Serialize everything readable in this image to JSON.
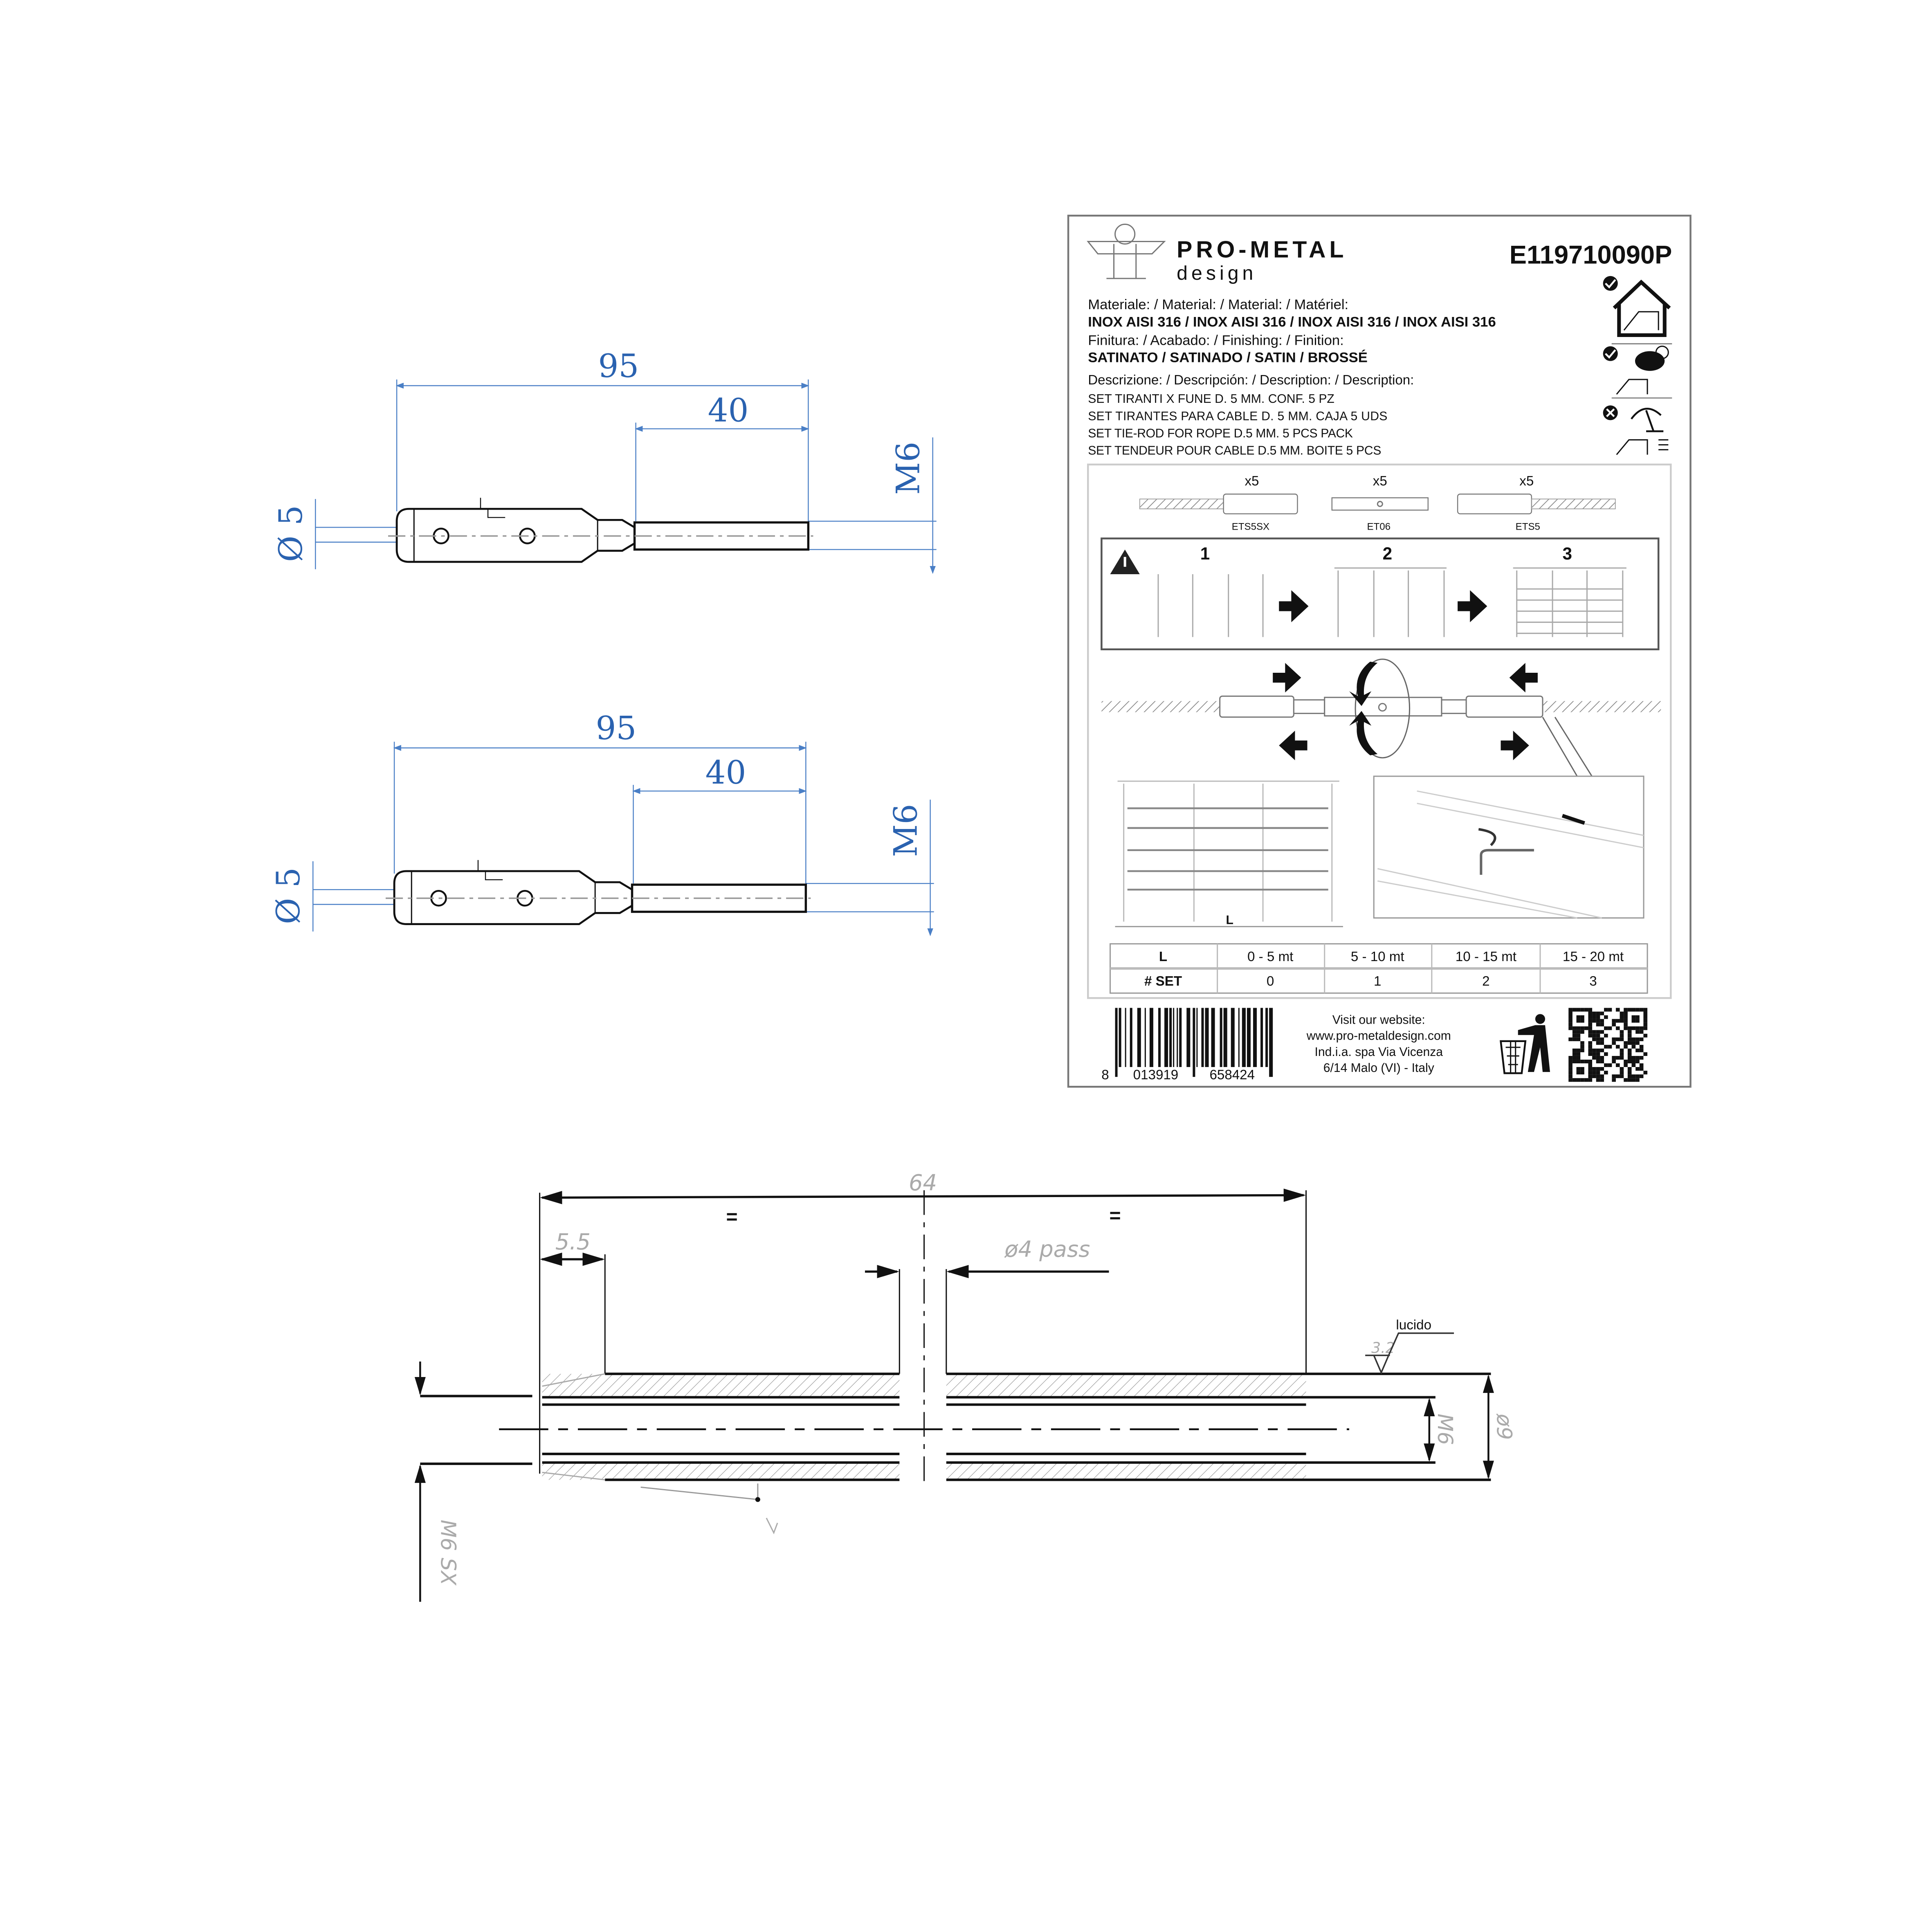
{
  "drawings_top": [
    {
      "overall_length": "95",
      "thread_length": "40",
      "thread": "M6",
      "diameter": "Ø 5"
    },
    {
      "overall_length": "95",
      "thread_length": "40",
      "thread": "M6",
      "diameter": "Ø 5"
    }
  ],
  "label": {
    "brand": "PRO-METAL",
    "brand_sub": "design",
    "product_code": "E119710090P",
    "material_heading": "Materiale: / Material: / Material: / Matériel:",
    "material_value": "INOX AISI 316 / INOX AISI 316 / INOX AISI 316 / INOX AISI 316",
    "finish_heading": "Finitura: / Acabado: / Finishing: / Finition:",
    "finish_value": "SATINATO / SATINADO / SATIN / BROSSÉ",
    "description_heading": "Descrizione: / Descripción: / Description: / Description:",
    "description_lines": [
      "SET TIRANTI X FUNE D. 5 MM. CONF. 5 PZ",
      "SET TIRANTES PARA CABLE D. 5 MM.  CAJA 5 UDS",
      "SET TIE-ROD FOR ROPE D.5 MM. 5 PCS PACK",
      "SET TENDEUR POUR CABLE D.5 MM. BOITE 5 PCS"
    ],
    "usage_icons": [
      "indoor-ok-icon",
      "outdoor-weather-ok-icon",
      "seaside-not-ok-icon"
    ],
    "parts": [
      {
        "qty": "x5",
        "code": "ETS5SX"
      },
      {
        "qty": "x5",
        "code": "ET06"
      },
      {
        "qty": "x5",
        "code": "ETS5"
      }
    ],
    "steps": [
      "1",
      "2",
      "3"
    ],
    "railing_dimension": "L",
    "table": {
      "header": [
        "L",
        "0 - 5 mt",
        "5 - 10 mt",
        "10 - 15 mt",
        "15 - 20 mt"
      ],
      "row": [
        "# SET",
        "0",
        "1",
        "2",
        "3"
      ]
    },
    "barcode_digits": [
      "8",
      "013919",
      "658424"
    ],
    "website_lines": [
      "Visit our website:",
      "www.pro-metaldesign.com",
      "Ind.i.a. spa Via Vicenza",
      "6/14 Malo (VI) - Italy"
    ]
  },
  "drawing_bottom": {
    "overall_length": "64",
    "equal_mark": "=",
    "chamfer_length": "5.5",
    "hole": "ø4  pass",
    "roughness": "3.2",
    "surface_note": "lucido",
    "inner_thread": "M6",
    "outer_diameter": "ø9",
    "left_thread": "M6  SX"
  },
  "colors": {
    "dimension_blue": "#2a62b0",
    "line_black": "#111111",
    "dim_grey": "#aaaaaa"
  }
}
